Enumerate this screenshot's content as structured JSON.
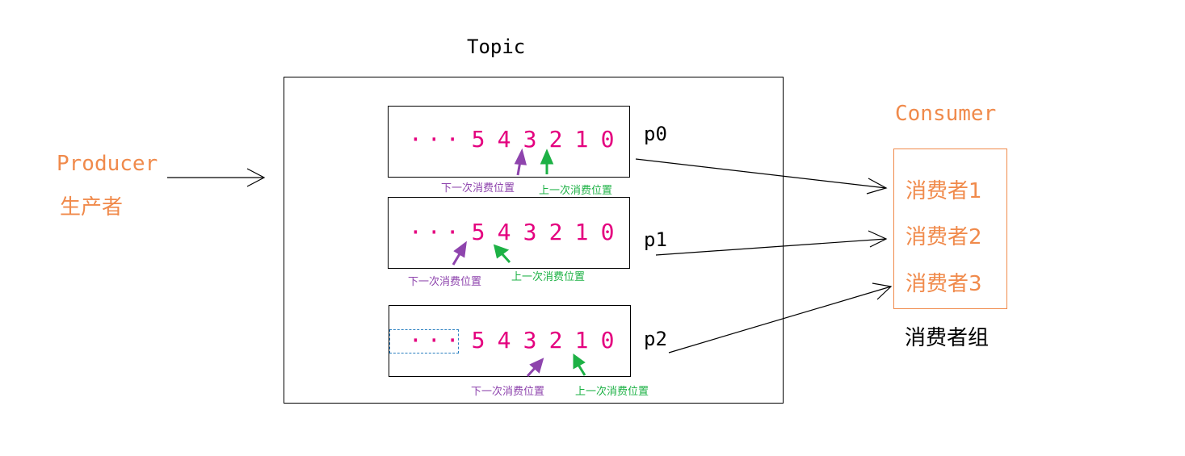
{
  "topic": {
    "title": "Topic"
  },
  "producer": {
    "label": "Producer",
    "label_cn": "生产者"
  },
  "consumer": {
    "title": "Consumer",
    "items": [
      "消费者1",
      "消费者2",
      "消费者3"
    ],
    "group_label": "消费者组"
  },
  "partitions": [
    {
      "name": "p0",
      "dots": "···",
      "offsets": [
        "5",
        "4",
        "3",
        "2",
        "1",
        "0"
      ],
      "next_note": "下一次消费位置",
      "last_note": "上一次消费位置"
    },
    {
      "name": "p1",
      "dots": "···",
      "offsets": [
        "5",
        "4",
        "3",
        "2",
        "1",
        "0"
      ],
      "next_note": "下一次消费位置",
      "last_note": "上一次消费位置"
    },
    {
      "name": "p2",
      "dots": "···",
      "offsets": [
        "5",
        "4",
        "3",
        "2",
        "1",
        "0"
      ],
      "next_note": "下一次消费位置",
      "last_note": "上一次消费位置"
    }
  ],
  "colors": {
    "accent_orange": "#f08a4b",
    "offset_magenta": "#e4007f",
    "next_purple": "#8e44ad",
    "last_green": "#1db145"
  }
}
